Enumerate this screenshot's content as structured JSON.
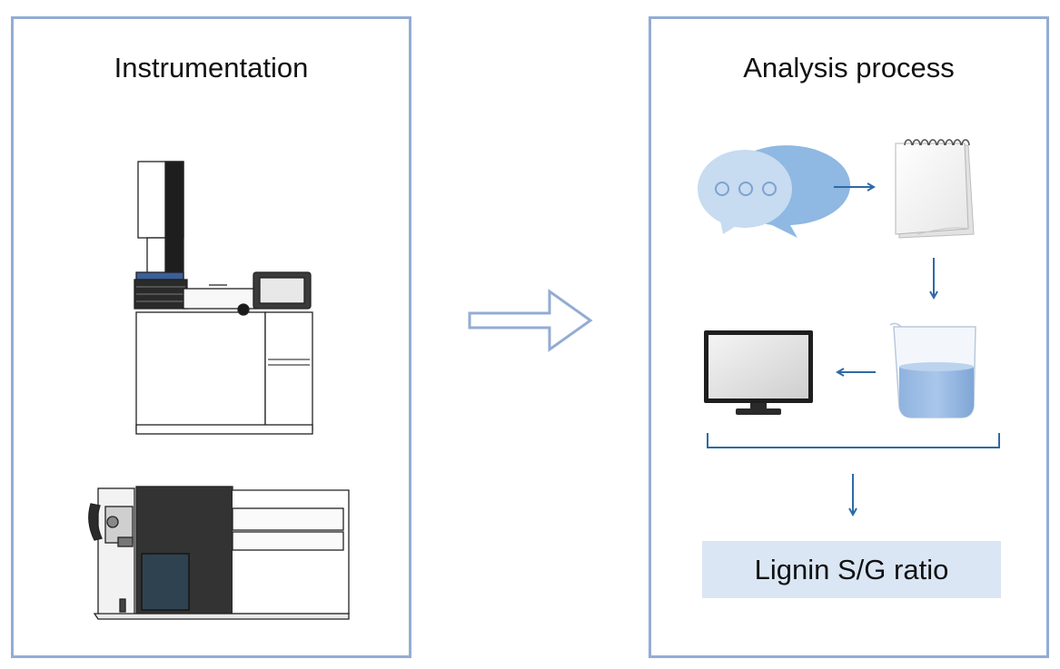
{
  "left_panel": {
    "title": "Instrumentation"
  },
  "right_panel": {
    "title": "Analysis process"
  },
  "result": {
    "label": "Lignin S/G ratio"
  },
  "icons": {
    "instrument_top": "gas-chromatograph-icon",
    "instrument_bottom": "mass-spectrometer-icon",
    "process_1": "chat-bubbles-icon",
    "process_2": "notepad-icon",
    "process_3": "beaker-icon",
    "process_4": "computer-monitor-icon"
  },
  "colors": {
    "panel_border": "#93acd3",
    "arrow": "#2e6aa6",
    "big_arrow": "#93acd3",
    "result_fill": "#dae6f4"
  }
}
